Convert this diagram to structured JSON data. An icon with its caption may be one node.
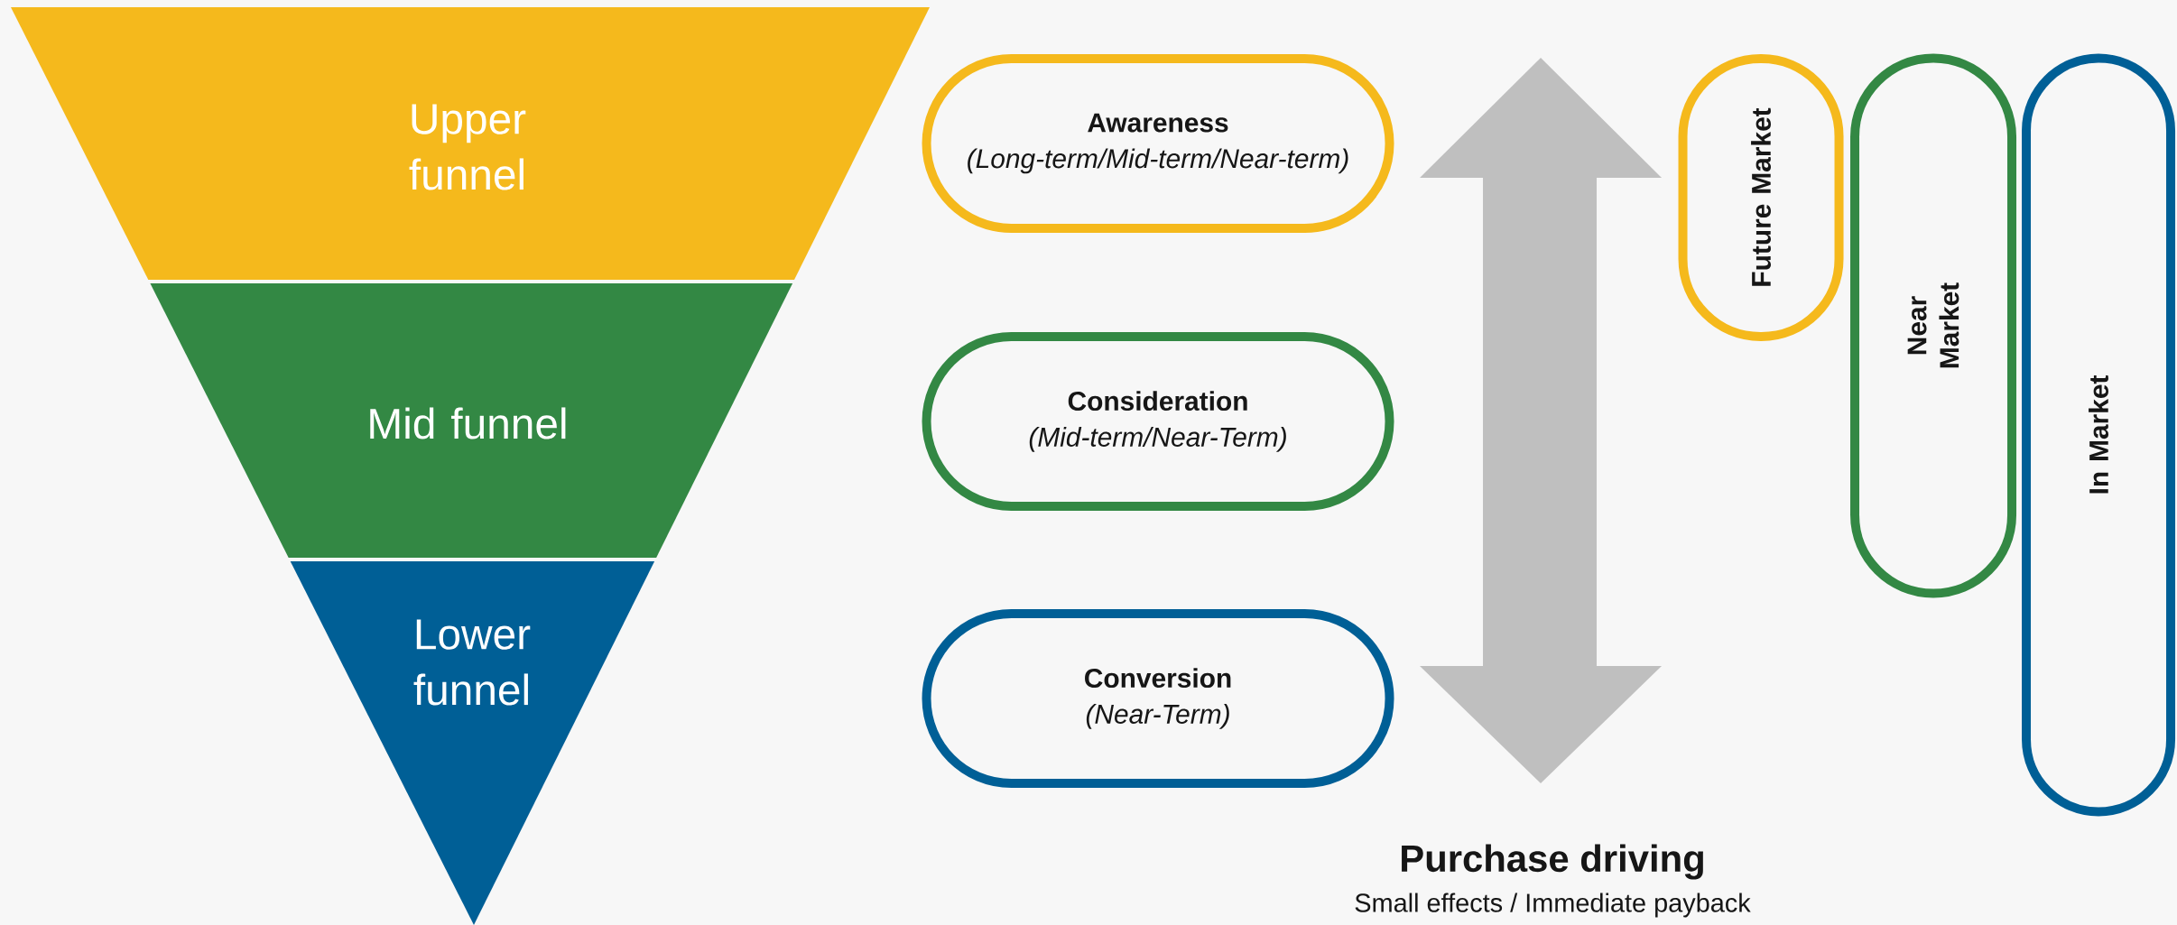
{
  "diagram": {
    "nodes": [
      {
        "text": [
          "Upper funnel"
        ]
      },
      {
        "text": [
          "Mid funnel"
        ]
      },
      {
        "text": [
          "Lower funnel"
        ]
      },
      {
        "text": [
          "Awareness",
          "(Long-term/Mid-term/Near-term)"
        ]
      },
      {
        "text": [
          "Consideration",
          "(Mid-term/Near-Term)"
        ]
      },
      {
        "text": [
          "Conversion",
          "(Near-Term)"
        ]
      },
      {
        "text": [
          "Future Market"
        ]
      },
      {
        "text": [
          "Near Market"
        ]
      },
      {
        "text": [
          "In Market"
        ]
      }
    ],
    "labels": [
      "Purchase driving",
      "Small effects / Immediate payback"
    ]
  }
}
